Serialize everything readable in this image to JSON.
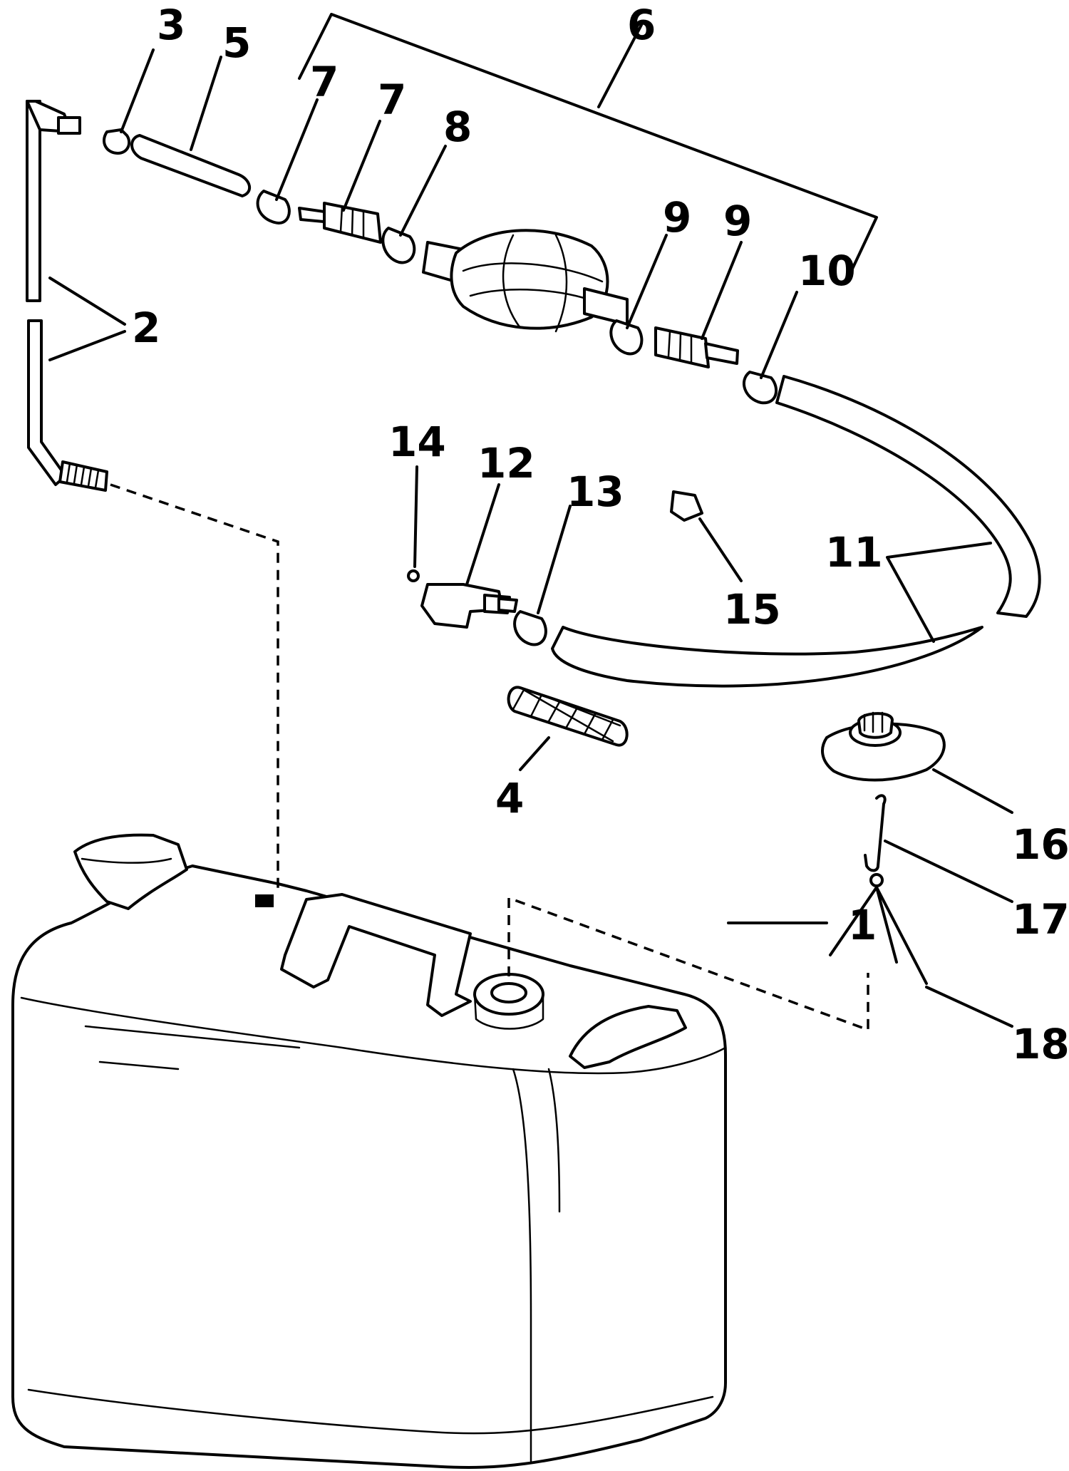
{
  "callouts": [
    {
      "id": "c1",
      "label": "1"
    },
    {
      "id": "c2",
      "label": "2"
    },
    {
      "id": "c3",
      "label": "3"
    },
    {
      "id": "c4",
      "label": "4"
    },
    {
      "id": "c5",
      "label": "5"
    },
    {
      "id": "c6",
      "label": "6"
    },
    {
      "id": "c7a",
      "label": "7"
    },
    {
      "id": "c7b",
      "label": "7"
    },
    {
      "id": "c8",
      "label": "8"
    },
    {
      "id": "c9a",
      "label": "9"
    },
    {
      "id": "c9b",
      "label": "9"
    },
    {
      "id": "c10",
      "label": "10"
    },
    {
      "id": "c11",
      "label": "11"
    },
    {
      "id": "c12",
      "label": "12"
    },
    {
      "id": "c13",
      "label": "13"
    },
    {
      "id": "c14",
      "label": "14"
    },
    {
      "id": "c15",
      "label": "15"
    },
    {
      "id": "c16",
      "label": "16"
    },
    {
      "id": "c17",
      "label": "17"
    },
    {
      "id": "c18",
      "label": "18"
    }
  ]
}
